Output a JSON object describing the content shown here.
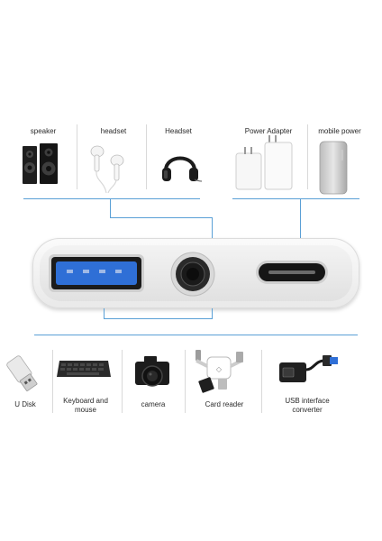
{
  "top_devices": [
    {
      "id": "speaker",
      "label": "speaker",
      "icon": "speaker-icon"
    },
    {
      "id": "earphones",
      "label": "headset",
      "icon": "earphones-icon"
    },
    {
      "id": "headphones",
      "label": "Headset",
      "icon": "headphones-icon"
    },
    {
      "id": "power-adapter",
      "label": "Power Adapter",
      "icon": "power-adapter-icon"
    },
    {
      "id": "mobile-power",
      "label": "mobile power",
      "icon": "power-bank-icon"
    }
  ],
  "bottom_devices": [
    {
      "id": "u-disk",
      "label": "U Disk",
      "icon": "usb-flash-drive-icon"
    },
    {
      "id": "keyboard",
      "label": "Keyboard and mouse",
      "icon": "keyboard-icon"
    },
    {
      "id": "camera",
      "label": "camera",
      "icon": "camera-icon"
    },
    {
      "id": "card-reader",
      "label": "Card reader",
      "icon": "card-reader-icon"
    },
    {
      "id": "usb-converter",
      "label": "USB interface converter",
      "icon": "usb-ethernet-adapter-icon"
    }
  ],
  "hub": {
    "ports": [
      "usb-a-port",
      "audio-jack-port",
      "usb-c-port"
    ],
    "colors": {
      "usb_a_tongue": "#2f6fd6",
      "body": "#f0f0f0",
      "connector_line": "#5aa0d6"
    }
  }
}
